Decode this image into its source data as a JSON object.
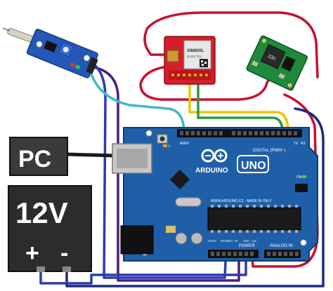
{
  "pc_box": {
    "label": "PC"
  },
  "power_supply": {
    "voltage": "12V",
    "plus": "+",
    "minus": "-"
  },
  "sim_module": {
    "chip_text": "SIM800L",
    "sub_text": "QUECTEL"
  },
  "buck_module": {
    "coil_text": "330"
  },
  "arduino": {
    "brand": "ARDUINO",
    "model": "UNO",
    "digital_header": "DIGITAL (PWM~)",
    "power_header": "POWER",
    "analog_header": "ANALOG IN",
    "site": "WWW.ARDUINO.CC - MADE IN ITALY",
    "ioref": "IOREF",
    "reset": "RESET",
    "v33": "3V3",
    "v5": "5V",
    "gnd": "GND",
    "vin": "VIN",
    "aref": "AREF",
    "tx": "TX",
    "rx": "RX",
    "on": "ON",
    "l": "L"
  },
  "colors": {
    "wire_red": "#c8102e",
    "wire_blue": "#2b3bb0",
    "wire_navy": "#1d2a80",
    "wire_purple": "#4b1e7a",
    "wire_cyan": "#3fb8c8",
    "wire_yellow": "#e8c800",
    "wire_green": "#2e9a3a",
    "board_blue": "#1f5fa8",
    "pc_fill": "#3a3a3a"
  }
}
